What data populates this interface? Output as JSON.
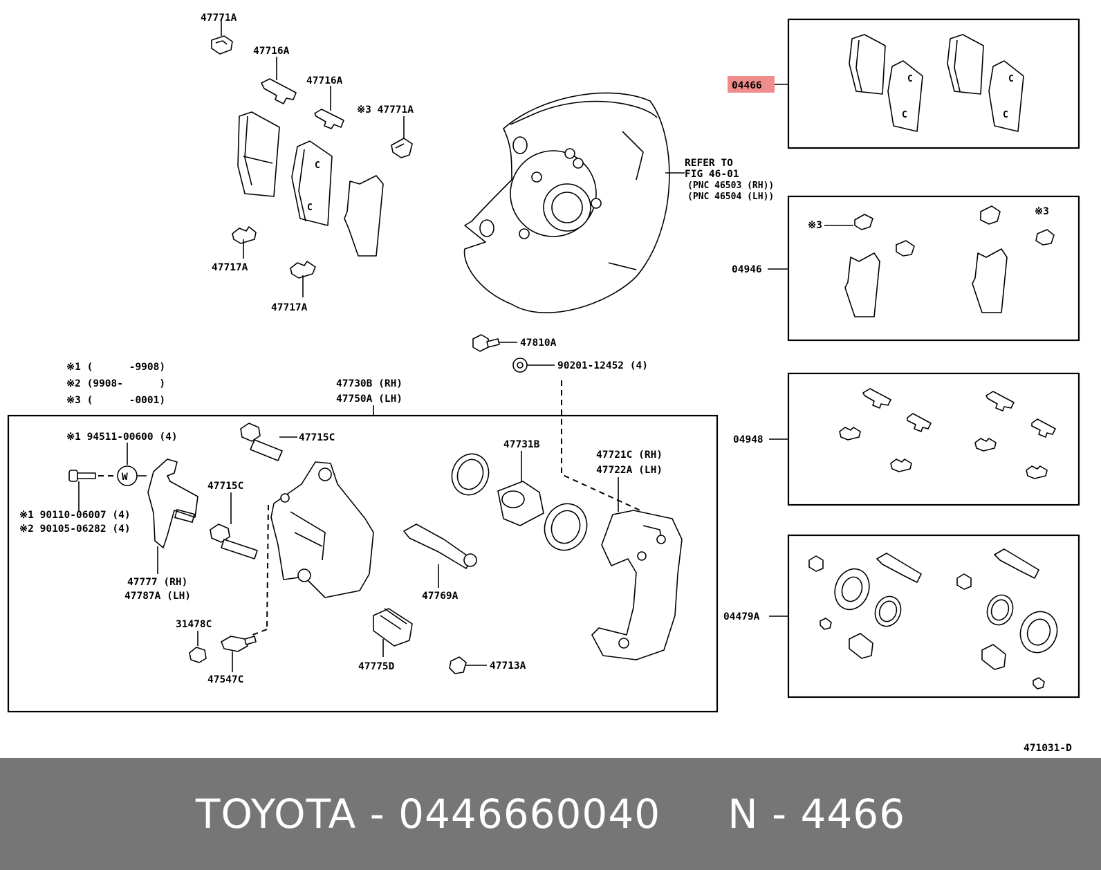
{
  "colors": {
    "highlight": "#f08c8c",
    "caption_bg": "#767676",
    "caption_fg": "#ffffff"
  },
  "notes": {
    "n1": "※1 (      -9908)",
    "n2": "※2 (9908-      )",
    "n3": "※3 (      -0001)"
  },
  "labels": {
    "p47771a_top": "47771A",
    "p47716a_1": "47716A",
    "p47716a_2": "47716A",
    "p47771a_mid": "※3 47771A",
    "p47717a_1": "47717A",
    "p47717a_2": "47717A",
    "refer_1": "REFER TO",
    "refer_2": "FIG 46-01",
    "refer_3": "(PNC 46503 (RH))",
    "refer_4": "(PNC 46504 (LH))",
    "p47810a": "47810A",
    "p90201": "90201-12452 (4)",
    "p47730b": "47730B (RH)",
    "p47750a": "47750A (LH)",
    "p94511": "※1 94511-00600 (4)",
    "p90110": "※1 90110-06007 (4)",
    "p90105": "※2 90105-06282 (4)",
    "p47777": "47777 (RH)",
    "p47787a": "47787A (LH)",
    "p47715c_1": "47715C",
    "p47715c_2": "47715C",
    "p31478c": "31478C",
    "p47547c": "47547C",
    "p47731b": "47731B",
    "p47769a": "47769A",
    "p47775d": "47775D",
    "p47713a": "47713A",
    "p47721c": "47721C (RH)",
    "p47722a": "47722A (LH)",
    "kit_04466": "04466",
    "kit_04946": "04946",
    "kit_04948": "04948",
    "kit_04479a": "04479A",
    "kit_mark_1": "※3",
    "kit_mark_2": "※3",
    "fig_code": "471031-D",
    "washer_mark": "W"
  },
  "caption": {
    "text": "TOYOTA - 0446660040     N - 4466"
  }
}
